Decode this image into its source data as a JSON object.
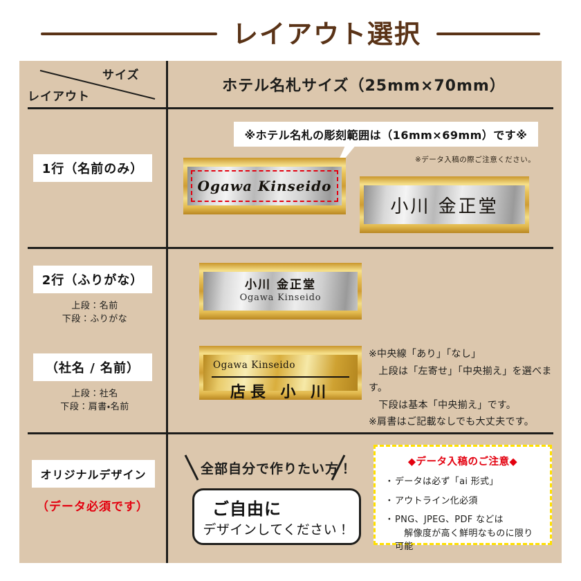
{
  "title": {
    "text": "レイアウト選択",
    "rule_color": "#5a3317"
  },
  "panel": {
    "background": "#dcc7ad",
    "line_color": "#1d1d1b"
  },
  "header": {
    "axis_size_label": "サイズ",
    "axis_layout_label": "レイアウト",
    "main_label": "ホテル名札サイズ（25mm×70mm）"
  },
  "rows": [
    {
      "label": "1行（名前のみ）",
      "bubble": "※ホテル名札の彫刻範囲は（16mm×69mm）です※",
      "tiny_note": "※データ入稿の際ご注意ください。",
      "plate_silver_script": "Ogawa Kinseido",
      "plate_silver_jp": "小川 金正堂"
    },
    {
      "label": "2行（ふりがな）",
      "sub_top": "上段：名前",
      "sub_bottom": "下段：ふりがな",
      "plate_jp": "小川 金正堂",
      "plate_roman": "Ogawa Kinseido"
    },
    {
      "label": "（社名 / 名前）",
      "sub_top": "上段：社名",
      "sub_bottom": "下段：肩書・名前",
      "plate_roman": "Ogawa Kinseido",
      "plate_jp": "店長 小 川",
      "notes": [
        "※中央線「あり」「なし」",
        "　上段は「左寄せ」「中央揃え」を選べます。",
        "　下段は基本「中央揃え」です。",
        "※肩書はご記載なしでも大丈夫です。"
      ]
    },
    {
      "label": "オリジナルデザイン",
      "label_red": "（データ必須です）",
      "catch": "全部自分で作りたい方！",
      "free_line1": "ご自由に",
      "free_line2": "デザインしてください！",
      "warning": {
        "title": "◆データ入稿のご注意◆",
        "bullet": "・",
        "items": [
          "データは必ず「ai 形式」",
          "アウトライン化必須",
          "PNG、JPEG、PDF などは\n　解像度が高く鮮明なものに限り可能"
        ],
        "border_color": "#ffe000",
        "title_color": "#e3000f"
      }
    }
  ],
  "colors": {
    "red_accent": "#e3000f",
    "brown": "#5a3317",
    "gold_light": "#f6e08a",
    "gold_dark": "#b98722",
    "silver_light": "#f4f4f4"
  }
}
